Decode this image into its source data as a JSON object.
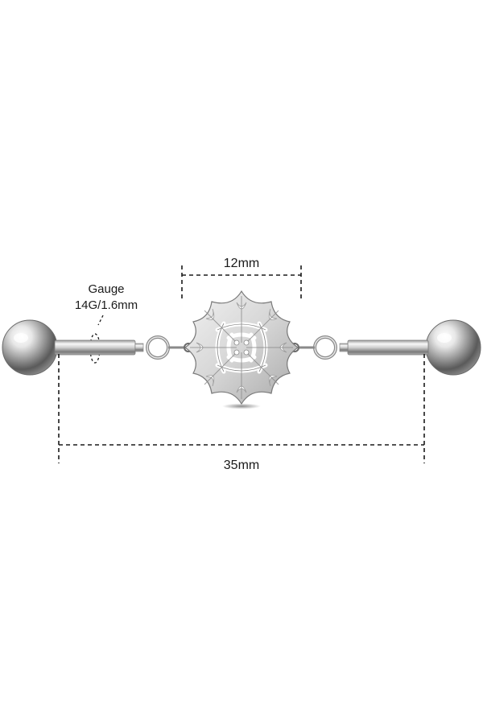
{
  "labels": {
    "gauge_title": "Gauge",
    "gauge_value": "14G/1.6mm",
    "width_dimension": "12mm",
    "length_dimension": "35mm"
  },
  "colors": {
    "line": "#1a1a1a",
    "metal_light": "#f4f4f4",
    "metal_mid": "#c8c8c8",
    "metal_dark": "#6e6e6e",
    "background": "#ffffff"
  },
  "icons": {
    "left_ball": "steel-ball-icon",
    "right_ball": "steel-ball-icon",
    "charm": "spider-web-icon"
  }
}
